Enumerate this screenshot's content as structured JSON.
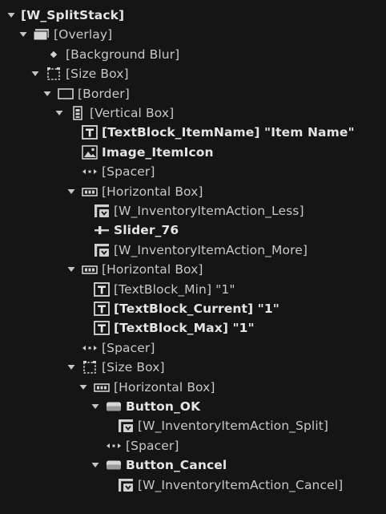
{
  "tree": [
    {
      "label": "[W_SplitStack]",
      "icon": "none",
      "indent": 0,
      "expand": "open",
      "bold": true
    },
    {
      "label": "[Overlay]",
      "icon": "overlay-icon",
      "indent": 1,
      "expand": "open",
      "bold": false
    },
    {
      "label": "[Background Blur]",
      "icon": "dot-icon",
      "indent": 2,
      "expand": "none",
      "bold": false
    },
    {
      "label": "[Size Box]",
      "icon": "size-box-icon",
      "indent": 2,
      "expand": "open",
      "bold": false
    },
    {
      "label": "[Border]",
      "icon": "border-icon",
      "indent": 3,
      "expand": "open",
      "bold": false
    },
    {
      "label": "[Vertical Box]",
      "icon": "vertical-box-icon",
      "indent": 4,
      "expand": "open",
      "bold": false
    },
    {
      "label": "[TextBlock_ItemName] \"Item Name\"",
      "icon": "text-icon",
      "indent": 5,
      "expand": "none",
      "bold": true
    },
    {
      "label": "Image_ItemIcon",
      "icon": "image-icon",
      "indent": 5,
      "expand": "none",
      "bold": true
    },
    {
      "label": "[Spacer]",
      "icon": "spacer-icon",
      "indent": 5,
      "expand": "none",
      "bold": false
    },
    {
      "label": "[Horizontal Box]",
      "icon": "horizontal-box-icon",
      "indent": 5,
      "expand": "open",
      "bold": false
    },
    {
      "label": "[W_InventoryItemAction_Less]",
      "icon": "user-widget-icon",
      "indent": 6,
      "expand": "none",
      "bold": false
    },
    {
      "label": "Slider_76",
      "icon": "slider-icon",
      "indent": 6,
      "expand": "none",
      "bold": true
    },
    {
      "label": "[W_InventoryItemAction_More]",
      "icon": "user-widget-icon",
      "indent": 6,
      "expand": "none",
      "bold": false
    },
    {
      "label": "[Horizontal Box]",
      "icon": "horizontal-box-icon",
      "indent": 5,
      "expand": "open",
      "bold": false
    },
    {
      "label": "[TextBlock_Min] \"1\"",
      "icon": "text-icon",
      "indent": 6,
      "expand": "none",
      "bold": false
    },
    {
      "label": "[TextBlock_Current] \"1\"",
      "icon": "text-icon",
      "indent": 6,
      "expand": "none",
      "bold": true
    },
    {
      "label": "[TextBlock_Max] \"1\"",
      "icon": "text-icon",
      "indent": 6,
      "expand": "none",
      "bold": true
    },
    {
      "label": "[Spacer]",
      "icon": "spacer-icon",
      "indent": 5,
      "expand": "none",
      "bold": false
    },
    {
      "label": "[Size Box]",
      "icon": "size-box-icon",
      "indent": 5,
      "expand": "open",
      "bold": false
    },
    {
      "label": "[Horizontal Box]",
      "icon": "horizontal-box-icon",
      "indent": 6,
      "expand": "open",
      "bold": false
    },
    {
      "label": "Button_OK",
      "icon": "button-icon",
      "indent": 7,
      "expand": "open",
      "bold": true
    },
    {
      "label": "[W_InventoryItemAction_Split]",
      "icon": "user-widget-icon",
      "indent": 8,
      "expand": "none",
      "bold": false
    },
    {
      "label": "[Spacer]",
      "icon": "spacer-icon",
      "indent": 7,
      "expand": "none",
      "bold": false
    },
    {
      "label": "Button_Cancel",
      "icon": "button-icon",
      "indent": 7,
      "expand": "open",
      "bold": true
    },
    {
      "label": "[W_InventoryItemAction_Cancel]",
      "icon": "user-widget-icon",
      "indent": 8,
      "expand": "none",
      "bold": false
    }
  ]
}
